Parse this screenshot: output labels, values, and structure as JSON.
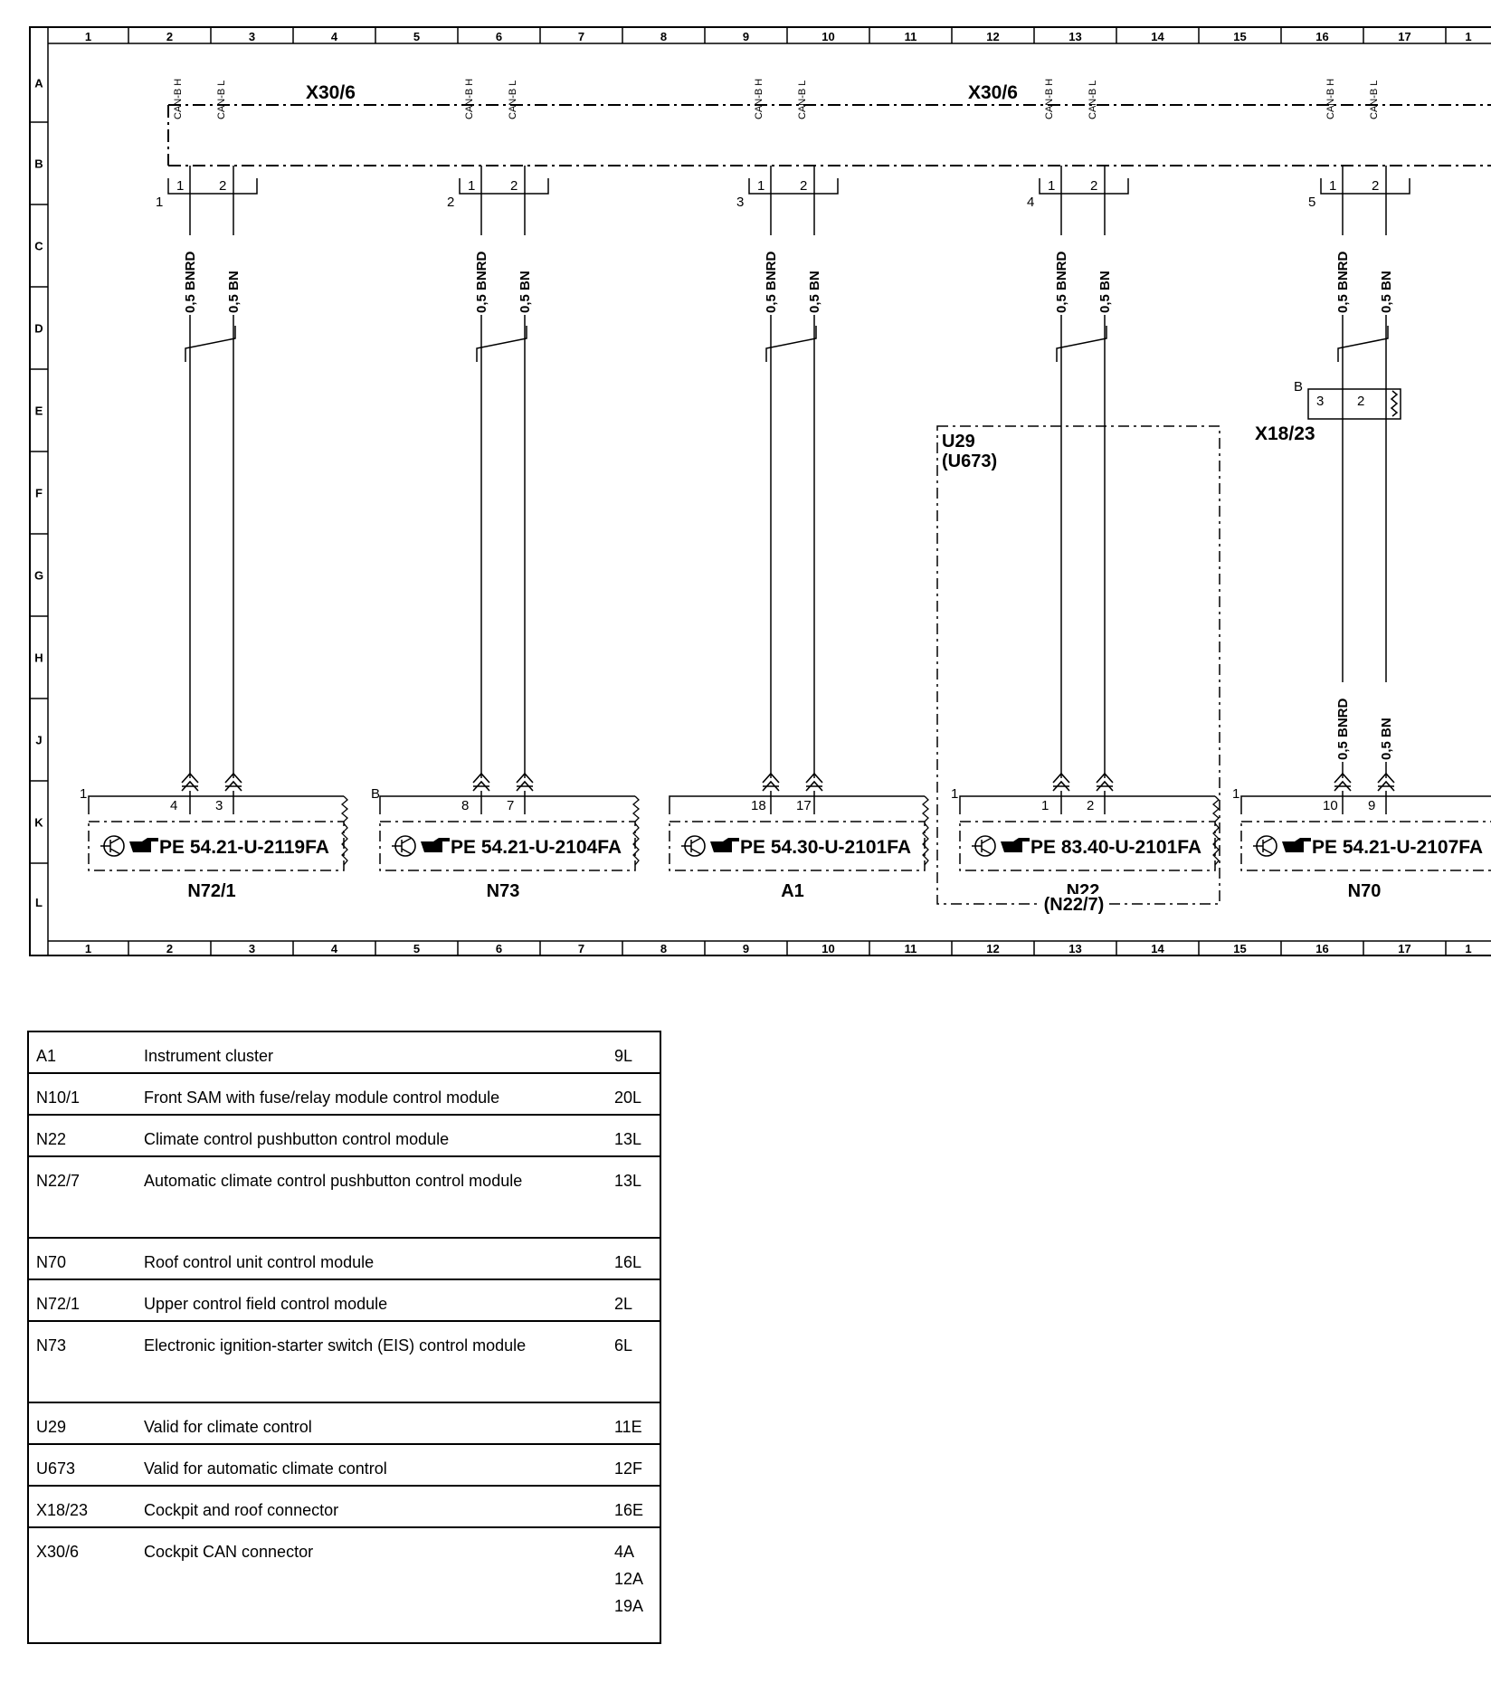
{
  "grid": {
    "columns": [
      "1",
      "2",
      "3",
      "4",
      "5",
      "6",
      "7",
      "8",
      "9",
      "10",
      "11",
      "12",
      "13",
      "14",
      "15",
      "16",
      "17",
      "1"
    ],
    "rows": [
      "A",
      "B",
      "C",
      "D",
      "E",
      "F",
      "G",
      "H",
      "J",
      "K",
      "L"
    ]
  },
  "connectors": {
    "x30_6_left": "X30/6",
    "x30_6_right": "X30/6",
    "can_high": "CAN-B H",
    "can_low": "CAN-B L",
    "x18_23": "X18/23",
    "x18_23_position": "B",
    "pin_3": "3",
    "pin_2": "2"
  },
  "branches": [
    {
      "index": "1",
      "pin_a": "1",
      "pin_b": "2",
      "wire_h": "0,5 BNRD",
      "wire_l": "0,5 BN",
      "module_pin_h": "4",
      "module_pin_l": "3",
      "position": "1",
      "pe": "PE 54.21-U-2119FA",
      "module": "N72/1"
    },
    {
      "index": "2",
      "pin_a": "1",
      "pin_b": "2",
      "wire_h": "0,5 BNRD",
      "wire_l": "0,5 BN",
      "module_pin_h": "8",
      "module_pin_l": "7",
      "position": "B",
      "pe": "PE 54.21-U-2104FA",
      "module": "N73"
    },
    {
      "index": "3",
      "pin_a": "1",
      "pin_b": "2",
      "wire_h": "0,5 BNRD",
      "wire_l": "0,5 BN",
      "module_pin_h": "18",
      "module_pin_l": "17",
      "position": "",
      "pe": "PE 54.30-U-2101FA",
      "module": "A1"
    },
    {
      "index": "4",
      "pin_a": "1",
      "pin_b": "2",
      "wire_h": "0,5 BNRD",
      "wire_l": "0,5 BN",
      "module_pin_h": "1",
      "module_pin_l": "2",
      "position": "1",
      "pe": "PE 83.40-U-2101FA",
      "module": "N22"
    },
    {
      "index": "5",
      "pin_a": "1",
      "pin_b": "2",
      "wire_h": "0,5 BNRD",
      "wire_l": "0,5 BN",
      "wire_h2": "0,5 BNRD",
      "wire_l2": "0,5 BN",
      "module_pin_h": "10",
      "module_pin_l": "9",
      "position": "1",
      "pe": "PE 54.21-U-2107FA",
      "module": "N70"
    }
  ],
  "variant_box": {
    "label_1": "U29",
    "label_2": "(U673)",
    "bottom_label": "(N22/7)"
  },
  "legend": [
    {
      "code": "A1",
      "description": "Instrument cluster",
      "location": [
        "9L"
      ]
    },
    {
      "code": "N10/1",
      "description": "Front SAM with fuse/relay module control module",
      "location": [
        "20L"
      ]
    },
    {
      "code": "N22",
      "description": "Climate control pushbutton control module",
      "location": [
        "13L"
      ]
    },
    {
      "code": "N22/7",
      "description": "Automatic climate control pushbutton control module",
      "location": [
        "13L"
      ]
    },
    {
      "code": "N70",
      "description": "Roof control unit control module",
      "location": [
        "16L"
      ]
    },
    {
      "code": "N72/1",
      "description": "Upper control field control module",
      "location": [
        "2L"
      ]
    },
    {
      "code": "N73",
      "description": "Electronic ignition-starter switch (EIS) control module",
      "location": [
        "6L"
      ]
    },
    {
      "code": "U29",
      "description": "Valid for climate control",
      "location": [
        "11E"
      ]
    },
    {
      "code": "U673",
      "description": "Valid for automatic climate control",
      "location": [
        "12F"
      ]
    },
    {
      "code": "X18/23",
      "description": "Cockpit and roof connector",
      "location": [
        "16E"
      ]
    },
    {
      "code": "X30/6",
      "description": "Cockpit CAN connector",
      "location": [
        "4A",
        "12A",
        "19A"
      ]
    }
  ]
}
